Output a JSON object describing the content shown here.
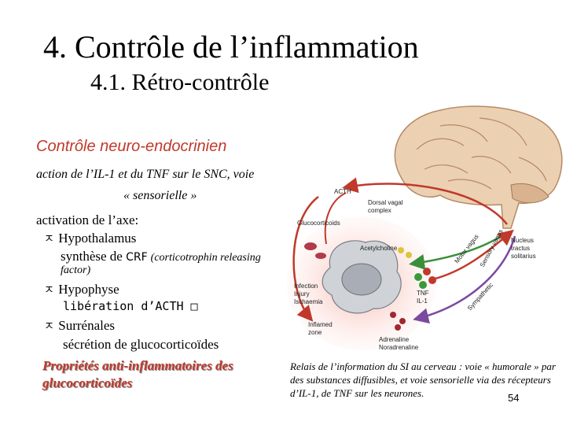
{
  "title": "4. Contrôle de l’inflammation",
  "subtitle": "4.1. Rétro-contrôle",
  "section_heading": "Contrôle neuro-endocrinien",
  "intro_line1": "action de l’IL-1 et du TNF sur le SNC,   voie",
  "intro_line2": "« sensorielle »",
  "axis_heading": "activation de l’axe:",
  "arrow_glyph": "ㅈ",
  "items": {
    "hypothalamus": "Hypothalamus",
    "synthese_prefix": "synthèse de ",
    "crf": "CRF",
    "crf_desc": "(corticotrophin releasing",
    "crf_desc2": "factor)",
    "hypophyse": "Hypophyse",
    "liberation": "libération d’ACTH □",
    "surrenales": "Surrénales",
    "secretion": "sécrétion de glucocorticoïdes"
  },
  "properties": "Propriétés anti-inflammatoires des glucocorticoïdes",
  "caption": "Relais de l’information du SI au cerveau : voie « humorale » par des substances diffusibles, et voie sensorielle via des récepteurs d’IL-1, de TNF sur les neurones.",
  "page_number": "54",
  "figure_labels": {
    "acth": "ACTH",
    "glucocorticoids": "Glucocorticoids",
    "dorsal_vagal": "Dorsal vagal",
    "complex": "complex",
    "nucleus": "Nucleus",
    "tractus": "tractus",
    "solitarius": "solitarius",
    "motor_vagus": "Motor vagus",
    "sensory_vagus": "Sensory vagus",
    "acetylcholine": "Acetylcholine",
    "infection": "Infection",
    "injury": "Injury",
    "ischaemia": "Ischaemia",
    "tnf": "TNF",
    "il1": "IL-1",
    "inflamed": "Inflamed",
    "zone": "zone",
    "sympathetic": "Sympathetic",
    "adrenaline": "Adrenaline",
    "noradrenaline": "Noradrenaline"
  },
  "colors": {
    "accent_red": "#c0392b",
    "brain_tan": "#e9c9a8",
    "inflamed_pink": "#f6c9c2"
  }
}
